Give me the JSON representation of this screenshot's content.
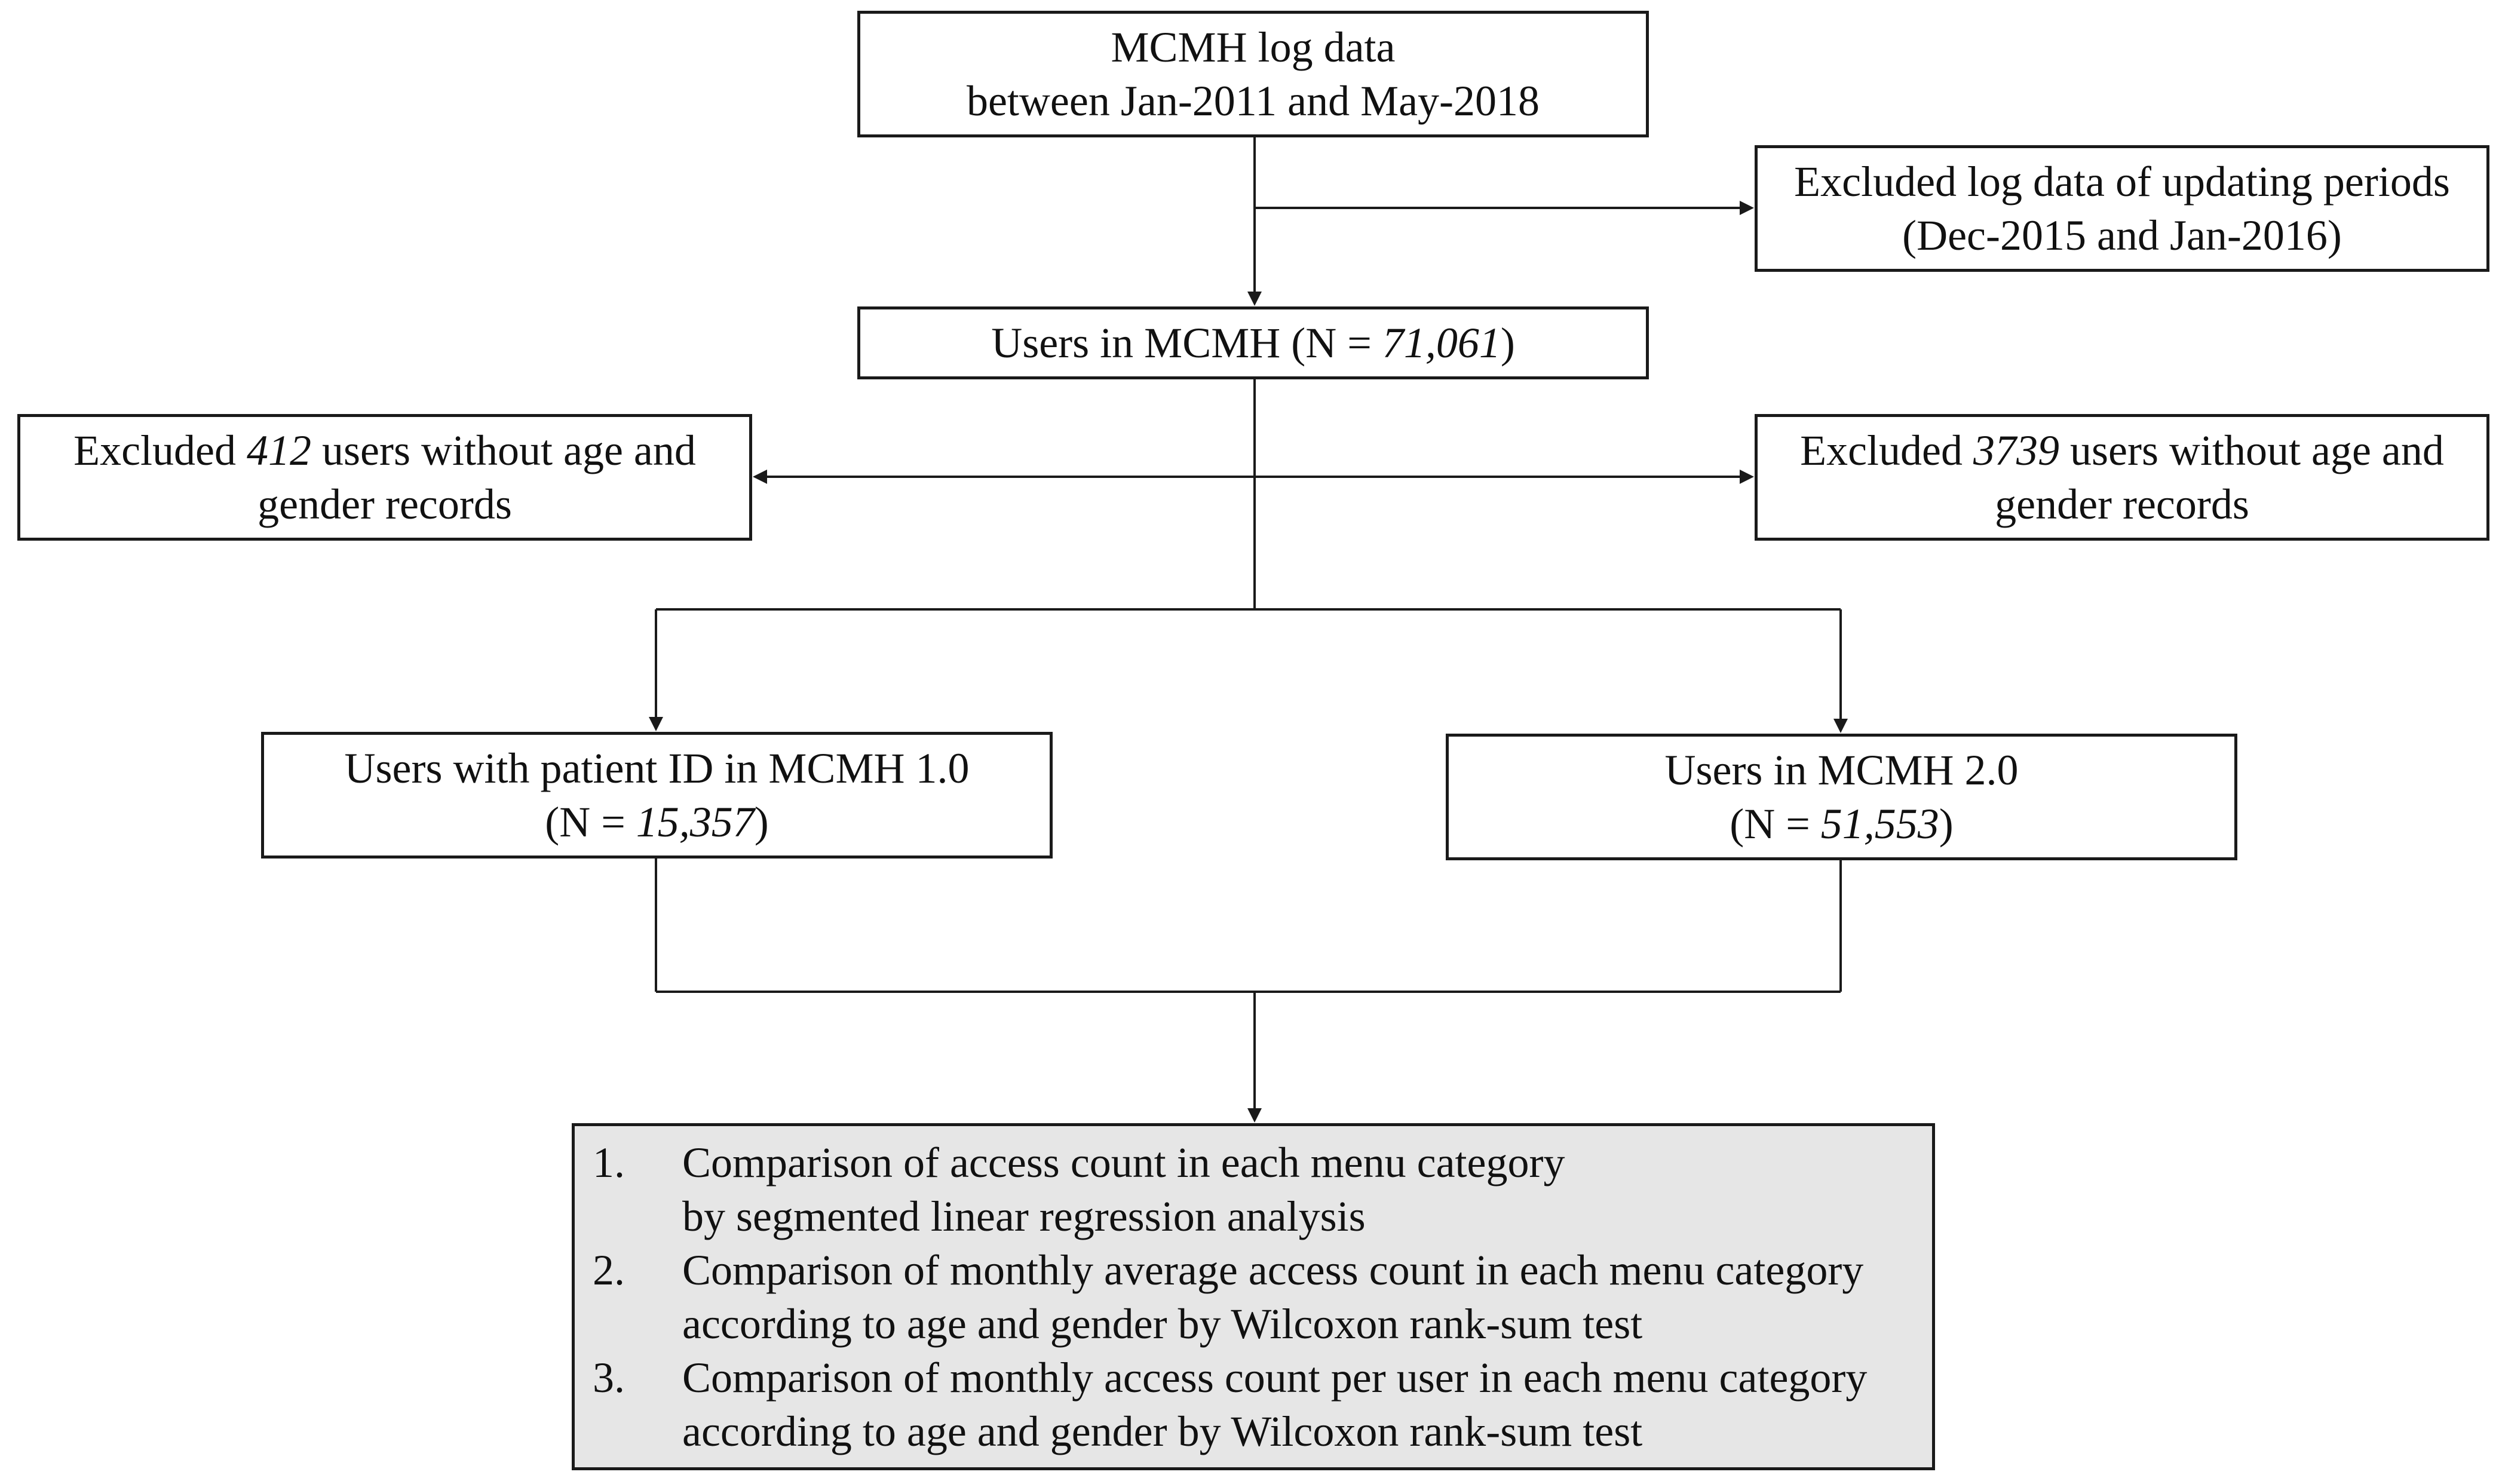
{
  "nodes": {
    "source": {
      "line1": "MCMH log data",
      "line2": "between Jan-2011 and May-2018"
    },
    "excluded_update": {
      "line1": "Excluded log data of updating periods",
      "line2": "(Dec-2015 and Jan-2016)"
    },
    "users": {
      "prefix": "Users in MCMH (N = ",
      "n": "71,061",
      "suffix": ")"
    },
    "excluded_left": {
      "prefix": "Excluded ",
      "n": "412",
      "suffix": " users without age and",
      "line2": "gender records"
    },
    "excluded_right": {
      "prefix": "Excluded ",
      "n": "3739",
      "suffix": " users without age and",
      "line2": "gender records"
    },
    "mcmh1": {
      "line1": "Users with patient ID in MCMH 1.0",
      "prefix": "(N = ",
      "n": "15,357",
      "suffix": ")"
    },
    "mcmh2": {
      "line1": "Users in MCMH 2.0",
      "prefix": "(N = ",
      "n": "51,553",
      "suffix": ")"
    },
    "analysis": {
      "items": [
        {
          "num": "1.",
          "line1": "Comparison of access count in each menu category",
          "line2": "by segmented linear regression analysis"
        },
        {
          "num": "2.",
          "line1": "Comparison of monthly average access count in each menu category",
          "line2": "according to age and gender by Wilcoxon rank-sum test"
        },
        {
          "num": "3.",
          "line1": "Comparison of monthly access count per user in each menu category",
          "line2": "according to age and gender by Wilcoxon rank-sum test"
        }
      ]
    }
  }
}
